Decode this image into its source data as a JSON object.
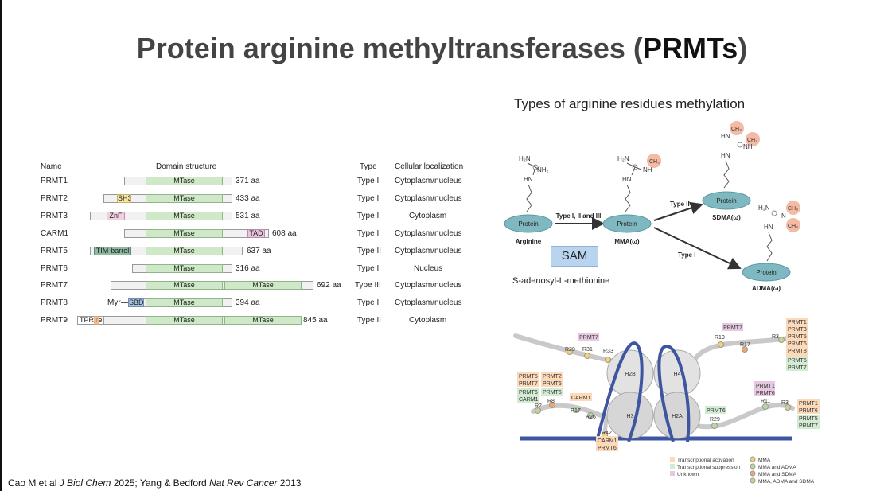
{
  "slide": {
    "title_main": "Protein arginine methyltransferases (",
    "title_bold": "PRMTs",
    "title_close": ")",
    "citation_a": "Cao M et al ",
    "citation_journal1": "J Biol Chem",
    "citation_b": " 2025; Yang & Bedford ",
    "citation_journal2": "Nat Rev Cancer",
    "citation_c": " 2013"
  },
  "domain_table": {
    "headers": {
      "name": "Name",
      "structure": "Domain structure",
      "type": "Type",
      "localization": "Cellular localization"
    },
    "rows": [
      {
        "name": "PRMT1",
        "length": "371 aa",
        "type": "Type I",
        "localization": "Cytoplasm/nucleus",
        "domains": [
          "MTase"
        ]
      },
      {
        "name": "PRMT2",
        "length": "433 aa",
        "type": "Type I",
        "localization": "Cytoplasm/nucleus",
        "domains": [
          "SH3",
          "MTase"
        ]
      },
      {
        "name": "PRMT3",
        "length": "531 aa",
        "type": "Type I",
        "localization": "Cytoplasm",
        "domains": [
          "ZnF",
          "MTase"
        ]
      },
      {
        "name": "CARM1",
        "length": "608 aa",
        "type": "Type I",
        "localization": "Cytoplasm/nucleus",
        "domains": [
          "MTase",
          "TAD"
        ]
      },
      {
        "name": "PRMT5",
        "length": "637 aa",
        "type": "Type II",
        "localization": "Cytoplasm/nucleus",
        "domains": [
          "TIM-barrel",
          "MTase"
        ]
      },
      {
        "name": "PRMT6",
        "length": "316 aa",
        "type": "Type I",
        "localization": "Nucleus",
        "domains": [
          "MTase"
        ]
      },
      {
        "name": "PRMT7",
        "length": "692 aa",
        "type": "Type III",
        "localization": "Cytoplasm/nucleus",
        "domains": [
          "MTase",
          "MTase"
        ]
      },
      {
        "name": "PRMT8",
        "length": "394 aa",
        "type": "Type I",
        "localization": "Cytoplasm/nucleus",
        "domains": [
          "Myr",
          "SBD",
          "MTase"
        ]
      },
      {
        "name": "PRMT9",
        "length": "845 aa",
        "type": "Type II",
        "localization": "Cytoplasm",
        "domains": [
          "TPR repeats",
          "MTase",
          "MTase"
        ]
      }
    ]
  },
  "methylation": {
    "title": "Types of arginine residues methylation",
    "arginine_label": "Arginine",
    "mma_label": "MMA(ω)",
    "sdma_label": "SDMA(ω)",
    "adma_label": "ADMA(ω)",
    "protein_label": "Protein",
    "arrow_all": "Type I, II and III",
    "arrow_type2": "Type II",
    "arrow_type1": "Type I",
    "sam_box": "SAM",
    "sam_full": "S-adenosyl-L-methionine",
    "ch3": "CH₃"
  },
  "nucleosome": {
    "histones": [
      "H2B",
      "H4",
      "H3",
      "H2A"
    ],
    "sites": {
      "h2b": [
        "R29",
        "R31",
        "R33"
      ],
      "h4": [
        "R19",
        "R17",
        "R3"
      ],
      "h3": [
        "R2",
        "R8",
        "R17",
        "R26",
        "R42"
      ],
      "h2a": [
        "R29",
        "R11",
        "R3"
      ]
    },
    "tags": {
      "h2b_prmt7": "PRMT7",
      "h4_prmt7": "PRMT7",
      "h4_right_orange": [
        "PRMT1",
        "PRMT3",
        "PRMT5",
        "PRMT6",
        "PRMT8"
      ],
      "h4_right_green": [
        "PRMT5",
        "PRMT7"
      ],
      "h3_left_orange_a": [
        "PRMT5",
        "PRMT7"
      ],
      "h3_left_orange_b": [
        "PRMT2",
        "PRMT5"
      ],
      "h3_left_green_a": [
        "PRMT6",
        "CARM1"
      ],
      "h3_left_green_b": [
        "PRMT5"
      ],
      "h3_carm1": "CARM1",
      "h3_bottom": [
        "CARM1",
        "PRMT6"
      ],
      "h2a_prmt1_6": [
        "PRMT1",
        "PRMT6"
      ],
      "h2a_prmt6": "PRMT6",
      "h2a_right_orange": [
        "PRMT1",
        "PRMT6"
      ],
      "h2a_right_green": [
        "PRMT5",
        "PRMT7"
      ]
    },
    "legend": {
      "activation": "Transcriptional activation",
      "suppression": "Transcriptional suppression",
      "unknown": "Unknown",
      "mma": "MMA",
      "mma_adma": "MMA and ADMA",
      "mma_sdma": "MMA and SDMA",
      "mma_all": "MMA, ADMA and SDMA"
    }
  }
}
